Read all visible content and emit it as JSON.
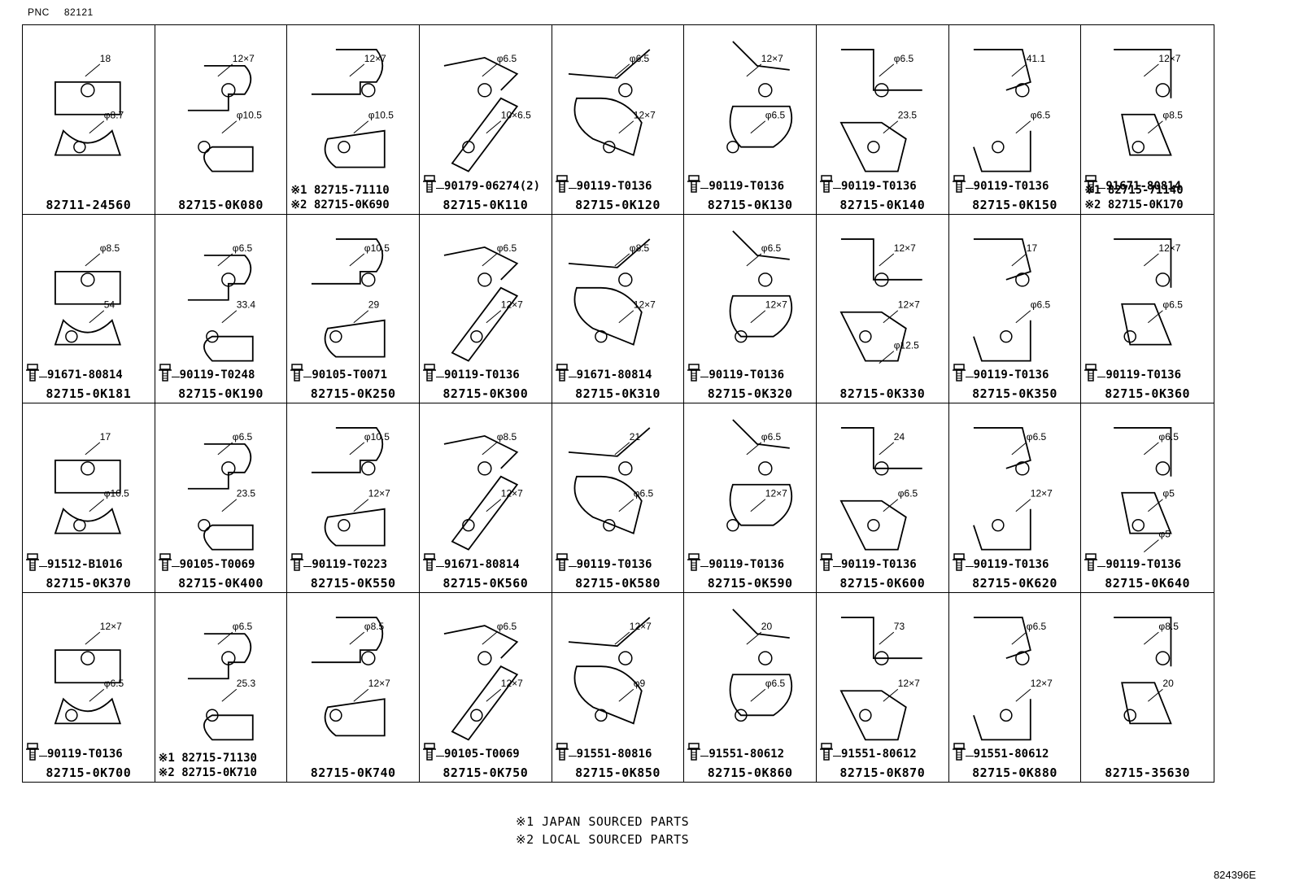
{
  "header": {
    "pnc_label": "PNC",
    "pnc_value": "82121"
  },
  "cells": [
    {
      "part": "82711-24560",
      "bolt": "",
      "alts": [],
      "dims": [
        "18",
        "φ8.7"
      ]
    },
    {
      "part": "82715-0K080",
      "bolt": "",
      "alts": [],
      "dims": [
        "12×7",
        "φ10.5"
      ]
    },
    {
      "part": "",
      "bolt": "",
      "alts": [
        "※1 82715-71110",
        "※2 82715-0K690"
      ],
      "dims": [
        "12×7",
        "φ10.5"
      ]
    },
    {
      "part": "82715-0K110",
      "bolt": "90179-06274(2)",
      "alts": [],
      "dims": [
        "φ6.5",
        "10×6.5"
      ]
    },
    {
      "part": "82715-0K120",
      "bolt": "90119-T0136",
      "alts": [],
      "dims": [
        "φ6.5",
        "12×7"
      ]
    },
    {
      "part": "82715-0K130",
      "bolt": "90119-T0136",
      "alts": [],
      "dims": [
        "12×7",
        "φ6.5"
      ]
    },
    {
      "part": "82715-0K140",
      "bolt": "90119-T0136",
      "alts": [],
      "dims": [
        "φ6.5",
        "23.5"
      ]
    },
    {
      "part": "82715-0K150",
      "bolt": "90119-T0136",
      "alts": [],
      "dims": [
        "41.1",
        "φ6.5"
      ]
    },
    {
      "part": "",
      "bolt": "91671-80814",
      "alts": [
        "※1 82715-71140",
        "※2 82715-0K170"
      ],
      "dims": [
        "12×7",
        "φ8.5"
      ]
    },
    {
      "part": "82715-0K181",
      "bolt": "91671-80814",
      "alts": [],
      "dims": [
        "φ8.5",
        "54"
      ]
    },
    {
      "part": "82715-0K190",
      "bolt": "90119-T0248",
      "alts": [],
      "dims": [
        "φ6.5",
        "33.4"
      ]
    },
    {
      "part": "82715-0K250",
      "bolt": "90105-T0071",
      "alts": [],
      "dims": [
        "φ10.5",
        "29"
      ]
    },
    {
      "part": "82715-0K300",
      "bolt": "90119-T0136",
      "alts": [],
      "dims": [
        "φ6.5",
        "12×7"
      ]
    },
    {
      "part": "82715-0K310",
      "bolt": "91671-80814",
      "alts": [],
      "dims": [
        "φ8.5",
        "12×7"
      ]
    },
    {
      "part": "82715-0K320",
      "bolt": "90119-T0136",
      "alts": [],
      "dims": [
        "φ6.5",
        "12×7"
      ]
    },
    {
      "part": "82715-0K330",
      "bolt": "",
      "alts": [],
      "dims": [
        "12×7",
        "12×7",
        "φ12.5"
      ]
    },
    {
      "part": "82715-0K350",
      "bolt": "90119-T0136",
      "alts": [],
      "dims": [
        "17",
        "φ6.5"
      ]
    },
    {
      "part": "82715-0K360",
      "bolt": "90119-T0136",
      "alts": [],
      "dims": [
        "12×7",
        "φ6.5"
      ]
    },
    {
      "part": "82715-0K370",
      "bolt": "91512-B1016",
      "alts": [],
      "dims": [
        "17",
        "φ10.5"
      ]
    },
    {
      "part": "82715-0K400",
      "bolt": "90105-T0069",
      "alts": [],
      "dims": [
        "φ6.5",
        "23.5"
      ]
    },
    {
      "part": "82715-0K550",
      "bolt": "90119-T0223",
      "alts": [],
      "dims": [
        "φ10.5",
        "12×7"
      ]
    },
    {
      "part": "82715-0K560",
      "bolt": "91671-80814",
      "alts": [],
      "dims": [
        "φ8.5",
        "12×7"
      ]
    },
    {
      "part": "82715-0K580",
      "bolt": "90119-T0136",
      "alts": [],
      "dims": [
        "21",
        "φ6.5"
      ]
    },
    {
      "part": "82715-0K590",
      "bolt": "90119-T0136",
      "alts": [],
      "dims": [
        "φ6.5",
        "12×7"
      ]
    },
    {
      "part": "82715-0K600",
      "bolt": "90119-T0136",
      "alts": [],
      "dims": [
        "24",
        "φ6.5"
      ]
    },
    {
      "part": "82715-0K620",
      "bolt": "90119-T0136",
      "alts": [],
      "dims": [
        "φ6.5",
        "12×7"
      ]
    },
    {
      "part": "82715-0K640",
      "bolt": "90119-T0136",
      "alts": [],
      "dims": [
        "φ6.5",
        "φ5",
        "φ5"
      ]
    },
    {
      "part": "82715-0K700",
      "bolt": "90119-T0136",
      "alts": [],
      "dims": [
        "12×7",
        "φ6.5"
      ]
    },
    {
      "part": "",
      "bolt": "",
      "alts": [
        "※1 82715-71130",
        "※2 82715-0K710"
      ],
      "dims": [
        "φ6.5",
        "25.3"
      ]
    },
    {
      "part": "82715-0K740",
      "bolt": "",
      "alts": [],
      "dims": [
        "φ8.5",
        "12×7"
      ]
    },
    {
      "part": "82715-0K750",
      "bolt": "90105-T0069",
      "alts": [],
      "dims": [
        "φ6.5",
        "12×7"
      ]
    },
    {
      "part": "82715-0K850",
      "bolt": "91551-80816",
      "alts": [],
      "dims": [
        "12×7",
        "φ9"
      ]
    },
    {
      "part": "82715-0K860",
      "bolt": "91551-80612",
      "alts": [],
      "dims": [
        "20",
        "φ6.5"
      ]
    },
    {
      "part": "82715-0K870",
      "bolt": "91551-80612",
      "alts": [],
      "dims": [
        "73",
        "12×7"
      ]
    },
    {
      "part": "82715-0K880",
      "bolt": "91551-80612",
      "alts": [],
      "dims": [
        "φ6.5",
        "12×7"
      ]
    },
    {
      "part": "82715-35630",
      "bolt": "",
      "alts": [],
      "dims": [
        "φ8.5",
        "20"
      ]
    }
  ],
  "notes": [
    "※1  JAPAN SOURCED PARTS",
    "※2  LOCAL SOURCED PARTS"
  ],
  "diagram_code": "824396E",
  "colors": {
    "line": "#000000",
    "background": "#ffffff"
  }
}
